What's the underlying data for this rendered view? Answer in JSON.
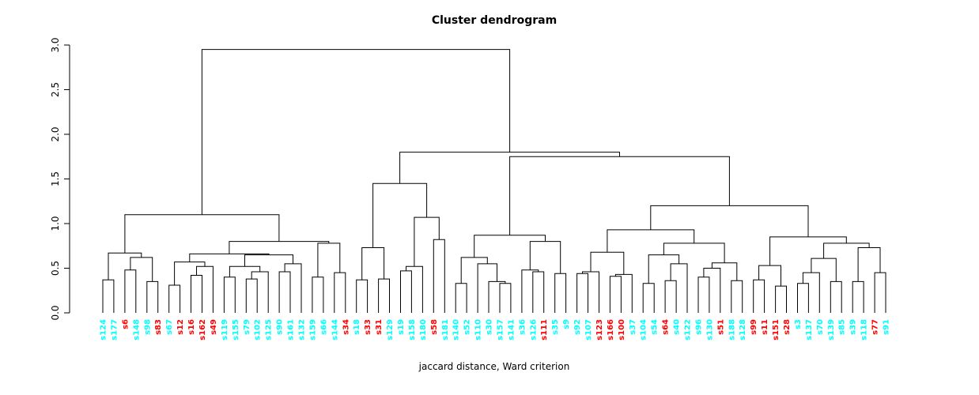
{
  "chart_data": {
    "type": "dendrogram",
    "title": "Cluster dendrogram",
    "xlabel": "jaccard distance, Ward criterion",
    "ylabel": "",
    "ylim": [
      0,
      3
    ],
    "yticks": [
      "0.0",
      "0.5",
      "1.0",
      "1.5",
      "2.0",
      "2.5",
      "3.0"
    ],
    "grid": false,
    "legend": false,
    "colors": {
      "red": "#FF0000",
      "cyan": "#00FFFF",
      "line": "#000000"
    },
    "leaves": [
      {
        "label": "s124",
        "color": "cyan"
      },
      {
        "label": "s177",
        "color": "cyan"
      },
      {
        "label": "s6",
        "color": "red"
      },
      {
        "label": "s148",
        "color": "cyan"
      },
      {
        "label": "s98",
        "color": "cyan"
      },
      {
        "label": "s83",
        "color": "red"
      },
      {
        "label": "s67",
        "color": "cyan"
      },
      {
        "label": "s12",
        "color": "red"
      },
      {
        "label": "s16",
        "color": "red"
      },
      {
        "label": "s162",
        "color": "red"
      },
      {
        "label": "s49",
        "color": "red"
      },
      {
        "label": "s119",
        "color": "cyan"
      },
      {
        "label": "s155",
        "color": "cyan"
      },
      {
        "label": "s79",
        "color": "cyan"
      },
      {
        "label": "s102",
        "color": "cyan"
      },
      {
        "label": "s125",
        "color": "cyan"
      },
      {
        "label": "s90",
        "color": "cyan"
      },
      {
        "label": "s161",
        "color": "cyan"
      },
      {
        "label": "s132",
        "color": "cyan"
      },
      {
        "label": "s159",
        "color": "cyan"
      },
      {
        "label": "s66",
        "color": "cyan"
      },
      {
        "label": "s144",
        "color": "cyan"
      },
      {
        "label": "s34",
        "color": "red"
      },
      {
        "label": "s18",
        "color": "cyan"
      },
      {
        "label": "s33",
        "color": "red"
      },
      {
        "label": "s31",
        "color": "red"
      },
      {
        "label": "s129",
        "color": "cyan"
      },
      {
        "label": "s19",
        "color": "cyan"
      },
      {
        "label": "s158",
        "color": "cyan"
      },
      {
        "label": "s180",
        "color": "cyan"
      },
      {
        "label": "s58",
        "color": "red"
      },
      {
        "label": "s181",
        "color": "cyan"
      },
      {
        "label": "s140",
        "color": "cyan"
      },
      {
        "label": "s52",
        "color": "cyan"
      },
      {
        "label": "s110",
        "color": "cyan"
      },
      {
        "label": "s30",
        "color": "cyan"
      },
      {
        "label": "s157",
        "color": "cyan"
      },
      {
        "label": "s141",
        "color": "cyan"
      },
      {
        "label": "s36",
        "color": "cyan"
      },
      {
        "label": "s126",
        "color": "cyan"
      },
      {
        "label": "s111",
        "color": "red"
      },
      {
        "label": "s35",
        "color": "cyan"
      },
      {
        "label": "s9",
        "color": "cyan"
      },
      {
        "label": "s92",
        "color": "cyan"
      },
      {
        "label": "s107",
        "color": "cyan"
      },
      {
        "label": "s123",
        "color": "red"
      },
      {
        "label": "s166",
        "color": "red"
      },
      {
        "label": "s100",
        "color": "red"
      },
      {
        "label": "s37",
        "color": "cyan"
      },
      {
        "label": "s104",
        "color": "cyan"
      },
      {
        "label": "s54",
        "color": "cyan"
      },
      {
        "label": "s64",
        "color": "red"
      },
      {
        "label": "s40",
        "color": "cyan"
      },
      {
        "label": "s122",
        "color": "cyan"
      },
      {
        "label": "s96",
        "color": "cyan"
      },
      {
        "label": "s130",
        "color": "cyan"
      },
      {
        "label": "s51",
        "color": "red"
      },
      {
        "label": "s188",
        "color": "cyan"
      },
      {
        "label": "s128",
        "color": "cyan"
      },
      {
        "label": "s99",
        "color": "red"
      },
      {
        "label": "s11",
        "color": "red"
      },
      {
        "label": "s151",
        "color": "red"
      },
      {
        "label": "s28",
        "color": "red"
      },
      {
        "label": "s3",
        "color": "cyan"
      },
      {
        "label": "s137",
        "color": "cyan"
      },
      {
        "label": "s70",
        "color": "cyan"
      },
      {
        "label": "s139",
        "color": "cyan"
      },
      {
        "label": "s85",
        "color": "cyan"
      },
      {
        "label": "s39",
        "color": "cyan"
      },
      {
        "label": "s118",
        "color": "cyan"
      },
      {
        "label": "s77",
        "color": "red"
      },
      {
        "label": "s91",
        "color": "cyan"
      }
    ],
    "tree": {
      "h": 2.95,
      "c": [
        {
          "h": 1.1,
          "c": [
            {
              "h": 0.67,
              "c": [
                {
                  "h": 0.37,
                  "c": [
                    0,
                    1
                  ]
                },
                {
                  "h": 0.62,
                  "c": [
                    {
                      "h": 0.48,
                      "c": [
                        2,
                        3
                      ]
                    },
                    {
                      "h": 0.35,
                      "c": [
                        4,
                        5
                      ]
                    }
                  ]
                }
              ]
            },
            {
              "h": 0.8,
              "c": [
                {
                  "h": 0.66,
                  "c": [
                    {
                      "h": 0.57,
                      "c": [
                        {
                          "h": 0.31,
                          "c": [
                            6,
                            7
                          ]
                        },
                        {
                          "h": 0.52,
                          "c": [
                            {
                              "h": 0.42,
                              "c": [
                                8,
                                9
                              ]
                            },
                            10
                          ]
                        }
                      ]
                    },
                    {
                      "h": 0.65,
                      "c": [
                        {
                          "h": 0.52,
                          "c": [
                            {
                              "h": 0.4,
                              "c": [
                                11,
                                12
                              ]
                            },
                            {
                              "h": 0.46,
                              "c": [
                                {
                                  "h": 0.38,
                                  "c": [
                                    13,
                                    14
                                  ]
                                },
                                15
                              ]
                            }
                          ]
                        },
                        {
                          "h": 0.55,
                          "c": [
                            {
                              "h": 0.46,
                              "c": [
                                16,
                                17
                              ]
                            },
                            18
                          ]
                        }
                      ]
                    }
                  ]
                },
                {
                  "h": 0.78,
                  "c": [
                    {
                      "h": 0.4,
                      "c": [
                        19,
                        20
                      ]
                    },
                    {
                      "h": 0.45,
                      "c": [
                        21,
                        22
                      ]
                    }
                  ]
                }
              ]
            }
          ]
        },
        {
          "h": 1.8,
          "c": [
            {
              "h": 1.45,
              "c": [
                {
                  "h": 0.73,
                  "c": [
                    {
                      "h": 0.37,
                      "c": [
                        23,
                        24
                      ]
                    },
                    {
                      "h": 0.38,
                      "c": [
                        25,
                        26
                      ]
                    }
                  ]
                },
                {
                  "h": 1.07,
                  "c": [
                    {
                      "h": 0.52,
                      "c": [
                        {
                          "h": 0.47,
                          "c": [
                            27,
                            28
                          ]
                        },
                        29
                      ]
                    },
                    {
                      "h": 0.82,
                      "c": [
                        30,
                        31
                      ]
                    }
                  ]
                }
              ]
            },
            {
              "h": 1.75,
              "c": [
                {
                  "h": 0.87,
                  "c": [
                    {
                      "h": 0.62,
                      "c": [
                        {
                          "h": 0.33,
                          "c": [
                            32,
                            33
                          ]
                        },
                        {
                          "h": 0.55,
                          "c": [
                            34,
                            {
                              "h": 0.35,
                              "c": [
                                35,
                                {
                                  "h": 0.33,
                                  "c": [
                                    36,
                                    37
                                  ]
                                }
                              ]
                            }
                          ]
                        }
                      ]
                    },
                    {
                      "h": 0.8,
                      "c": [
                        {
                          "h": 0.48,
                          "c": [
                            38,
                            {
                              "h": 0.46,
                              "c": [
                                39,
                                40
                              ]
                            }
                          ]
                        },
                        {
                          "h": 0.44,
                          "c": [
                            41,
                            42
                          ]
                        }
                      ]
                    }
                  ]
                },
                {
                  "h": 1.2,
                  "c": [
                    {
                      "h": 0.93,
                      "c": [
                        {
                          "h": 0.68,
                          "c": [
                            {
                              "h": 0.46,
                              "c": [
                                {
                                  "h": 0.44,
                                  "c": [
                                    43,
                                    44
                                  ]
                                },
                                45
                              ]
                            },
                            {
                              "h": 0.43,
                              "c": [
                                {
                                  "h": 0.41,
                                  "c": [
                                    46,
                                    47
                                  ]
                                },
                                48
                              ]
                            }
                          ]
                        },
                        {
                          "h": 0.78,
                          "c": [
                            {
                              "h": 0.65,
                              "c": [
                                {
                                  "h": 0.33,
                                  "c": [
                                    49,
                                    50
                                  ]
                                },
                                {
                                  "h": 0.55,
                                  "c": [
                                    {
                                      "h": 0.36,
                                      "c": [
                                        51,
                                        52
                                      ]
                                    },
                                    53
                                  ]
                                }
                              ]
                            },
                            {
                              "h": 0.56,
                              "c": [
                                {
                                  "h": 0.5,
                                  "c": [
                                    {
                                      "h": 0.4,
                                      "c": [
                                        54,
                                        55
                                      ]
                                    },
                                    56
                                  ]
                                },
                                {
                                  "h": 0.36,
                                  "c": [
                                    57,
                                    58
                                  ]
                                }
                              ]
                            }
                          ]
                        }
                      ]
                    },
                    {
                      "h": 0.85,
                      "c": [
                        {
                          "h": 0.53,
                          "c": [
                            {
                              "h": 0.37,
                              "c": [
                                59,
                                60
                              ]
                            },
                            {
                              "h": 0.3,
                              "c": [
                                61,
                                62
                              ]
                            }
                          ]
                        },
                        {
                          "h": 0.78,
                          "c": [
                            {
                              "h": 0.61,
                              "c": [
                                {
                                  "h": 0.45,
                                  "c": [
                                    {
                                      "h": 0.33,
                                      "c": [
                                        63,
                                        64
                                      ]
                                    },
                                    65
                                  ]
                                },
                                {
                                  "h": 0.35,
                                  "c": [
                                    66,
                                    67
                                  ]
                                }
                              ]
                            },
                            {
                              "h": 0.73,
                              "c": [
                                {
                                  "h": 0.35,
                                  "c": [
                                    68,
                                    69
                                  ]
                                },
                                {
                                  "h": 0.45,
                                  "c": [
                                    70,
                                    71
                                  ]
                                }
                              ]
                            }
                          ]
                        }
                      ]
                    }
                  ]
                }
              ]
            }
          ]
        }
      ]
    }
  }
}
